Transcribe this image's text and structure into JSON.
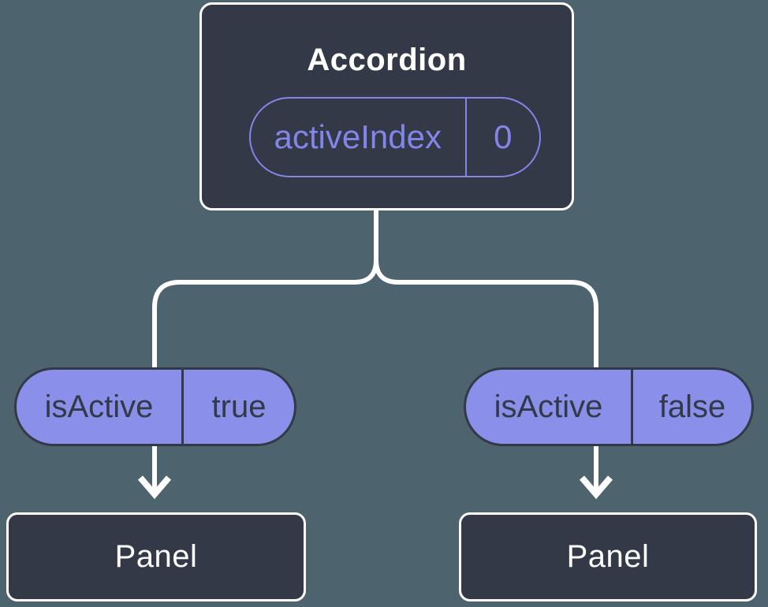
{
  "colors": {
    "canvas-bg": "#4d646e",
    "node-bg": "#333947",
    "node-border": "#ffffff",
    "accent": "#8186e8",
    "pill-fill": "#8a8fe9",
    "pill-dark": "#323947",
    "connector": "#ffffff"
  },
  "diagram": {
    "root": {
      "title": "Accordion",
      "state": {
        "name": "activeIndex",
        "value": "0"
      }
    },
    "branches": [
      {
        "prop": {
          "name": "isActive",
          "value": "true"
        },
        "child": {
          "title": "Panel"
        }
      },
      {
        "prop": {
          "name": "isActive",
          "value": "false"
        },
        "child": {
          "title": "Panel"
        }
      }
    ]
  }
}
